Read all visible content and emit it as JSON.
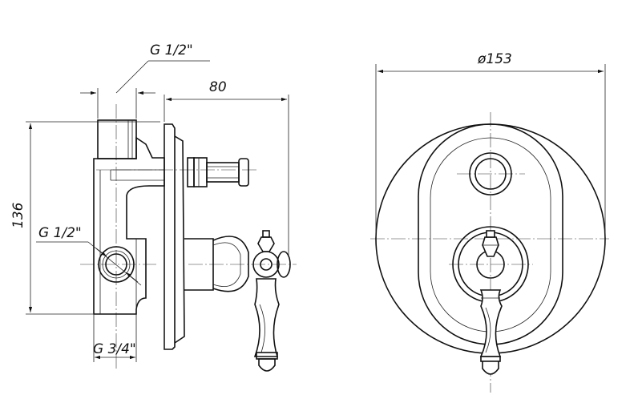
{
  "drawing": {
    "labels": {
      "thread_top": "G 1/2\"",
      "depth": "80",
      "height": "136",
      "thread_side": "G 1/2\"",
      "thread_bottom": "G 3/4\"",
      "diameter": "ø153"
    },
    "colors": {
      "line": "#111111",
      "background": "#ffffff"
    }
  }
}
